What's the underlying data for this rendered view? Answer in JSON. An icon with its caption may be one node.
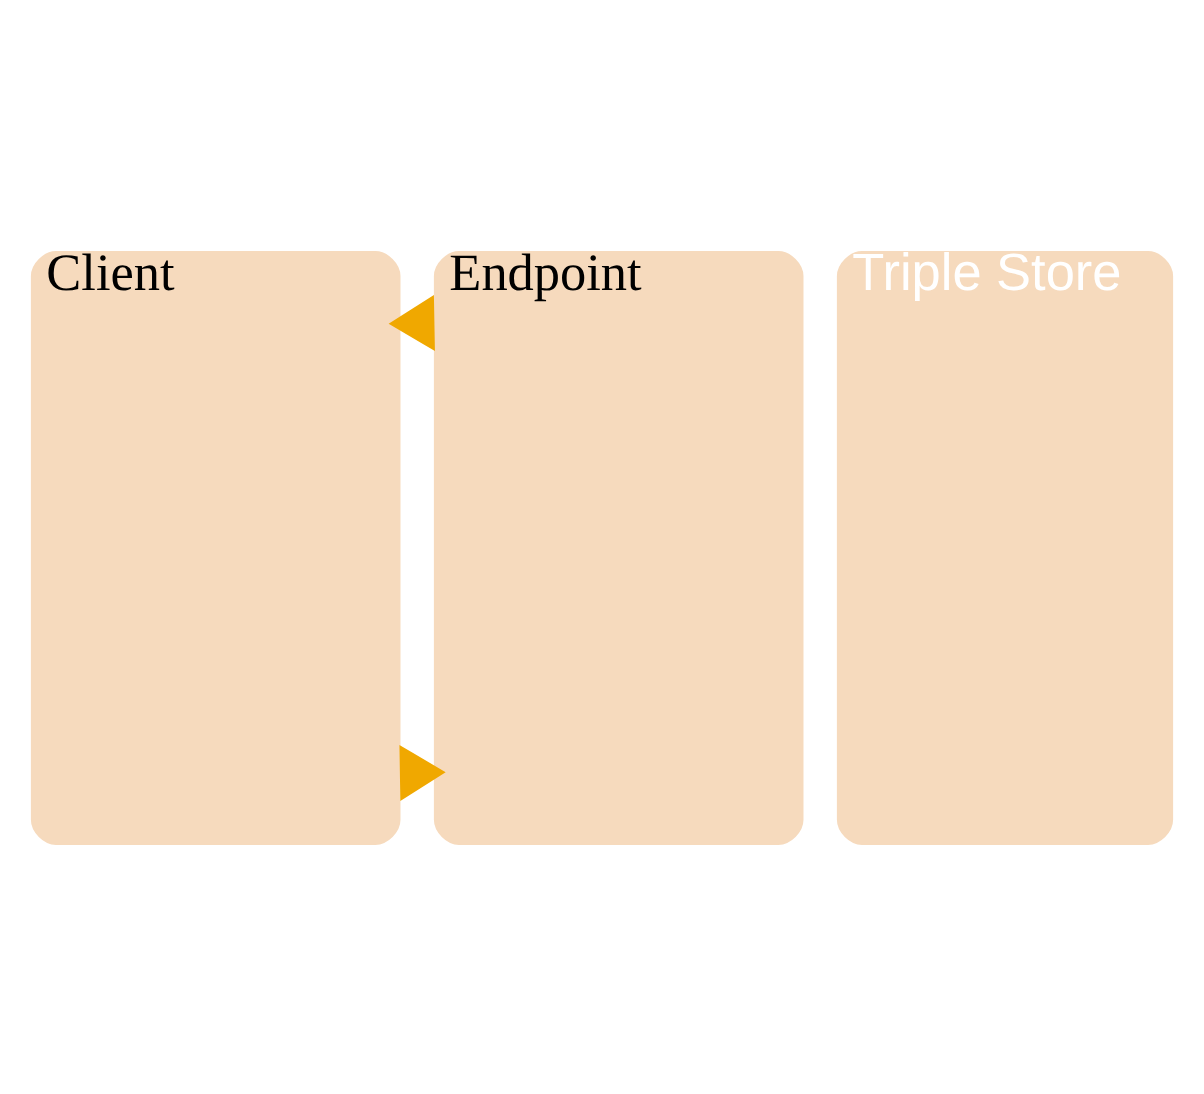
{
  "diagram": {
    "nodes": [
      {
        "text": [
          "Client"
        ]
      },
      {
        "text": [
          "Endpoint"
        ]
      },
      {
        "text": [
          "Triple Store"
        ]
      }
    ],
    "edges": [
      {
        "from": 0,
        "to": 1,
        "arrow": "to",
        "style": "thick"
      },
      {
        "from": 1,
        "to": 0,
        "arrow": "to",
        "style": "thick"
      }
    ]
  }
}
